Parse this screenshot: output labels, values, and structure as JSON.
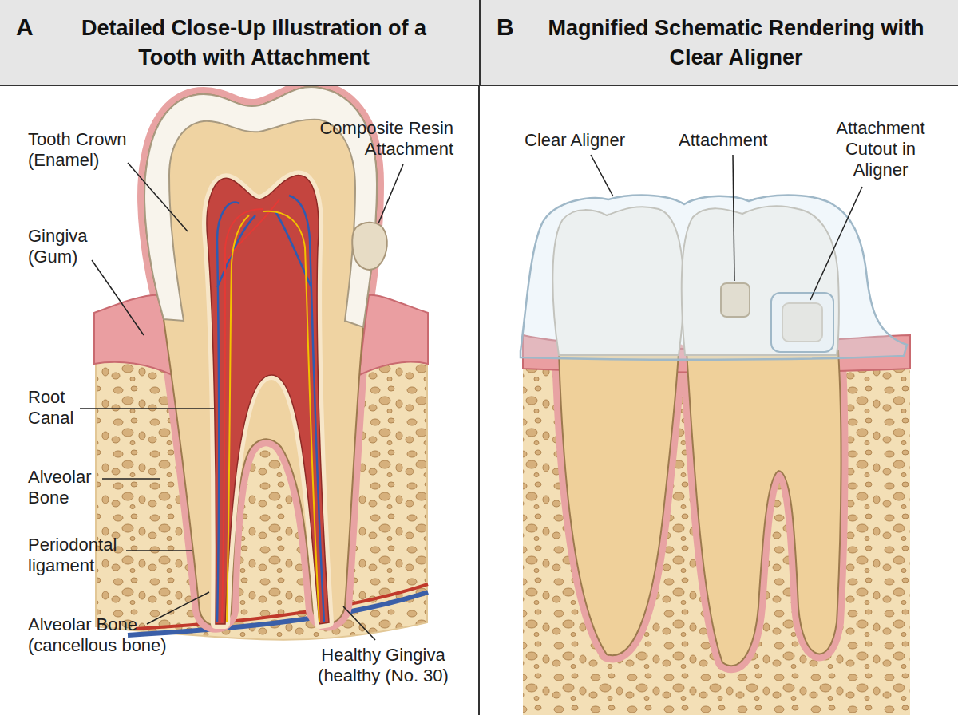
{
  "diagram": {
    "nodes": [
      {
        "text": [
          "A",
          "Detailed Close-Up Illustration of a Tooth with Attachment"
        ]
      },
      {
        "text": [
          "B",
          "Magnified Schematic Rendering with Clear Aligner"
        ]
      }
    ],
    "labels": [
      "Tooth Crown (Enamel)",
      "Composite Resin Attachment",
      "Gingiva (Gum)",
      "Root Canal",
      "Alveolar Bone",
      "Periodontal ligament",
      "Alveolar Bone (cancellous bone)",
      "Healthy Gingiva (healthy (No. 30)",
      "Clear Aligner",
      "Attachment",
      "Attachment Cutout in Aligner"
    ]
  }
}
